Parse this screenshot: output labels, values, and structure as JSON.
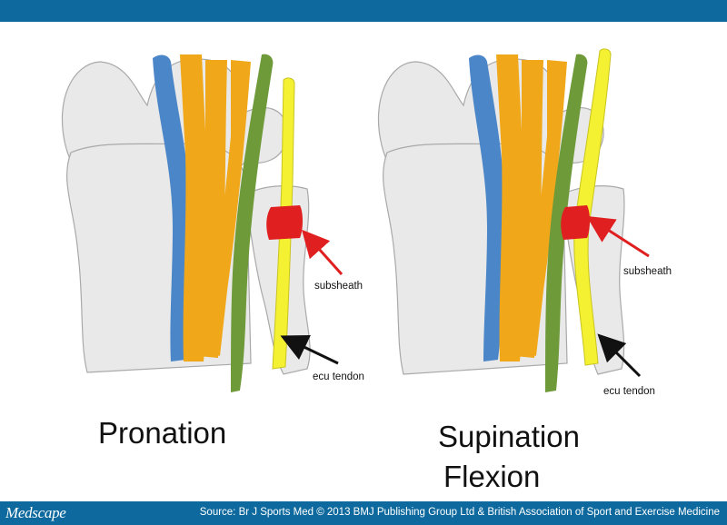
{
  "panels": [
    {
      "caption": "Pronation",
      "labels": {
        "subsheath": "subsheath",
        "ecu": "ecu tendon"
      }
    },
    {
      "caption_line1": "Supination",
      "caption_line2": "Flexion",
      "labels": {
        "subsheath": "subsheath",
        "ecu": "ecu tendon"
      }
    }
  ],
  "footer": {
    "logo": "Medscape",
    "source": "Source: Br J Sports Med © 2013 BMJ Publishing Group Ltd & British Association of Sport and Exercise Medicine"
  },
  "colors": {
    "header_bar": "#0e6a9e",
    "bone": "#e9e9e9",
    "tendon_blue": "#4a86c8",
    "tendon_orange": "#f0a81a",
    "tendon_green": "#6e9a3a",
    "tendon_yellow": "#f4f032",
    "subsheath_red": "#e02020"
  }
}
